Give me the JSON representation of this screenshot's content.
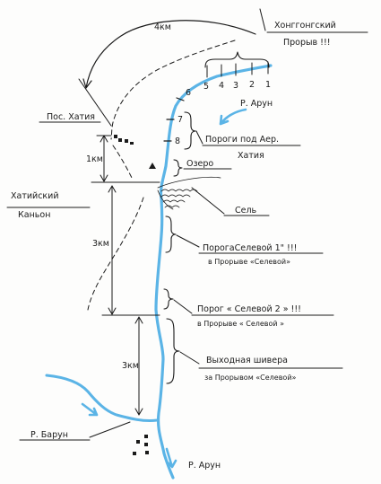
{
  "labels": {
    "distance_top": "4км",
    "breakthrough_line1": "Хонггонгский",
    "breakthrough_line2": "Прорыв !!!",
    "river_arun_top": "Р. Арун",
    "settlement": "Пос. Хатия",
    "rapids_line1": "Пороги под Аер.",
    "rapids_line2": "Хатия",
    "distance_1km": "1км",
    "lake": "Озеро",
    "canyon_line1": "Хатийский",
    "canyon_line2": "Каньон",
    "mudflow": "Сель",
    "distance_3km_a": "3км",
    "rapid_selevoy1_line1": "ПорогаСелевой 1\" !!!",
    "rapid_selevoy1_line2": "в Прорыве «Селевой»",
    "rapid_selevoy2_line1": "Порог « Селевой 2 » !!!",
    "rapid_selevoy2_line2": "в Прорыве « Селевой »",
    "distance_3km_b": "3км",
    "shivera_line1": "Выходная шивера",
    "shivera_line2": "за Прорывом «Селевой»",
    "river_barun": "Р. Барун",
    "river_arun_bottom": "Р. Арун"
  },
  "rapid_numbers": [
    "5",
    "4",
    "3",
    "2",
    "1",
    "6",
    "7",
    "8"
  ],
  "colors": {
    "river": "#5bb4e6",
    "ink": "#1a1a1a"
  }
}
